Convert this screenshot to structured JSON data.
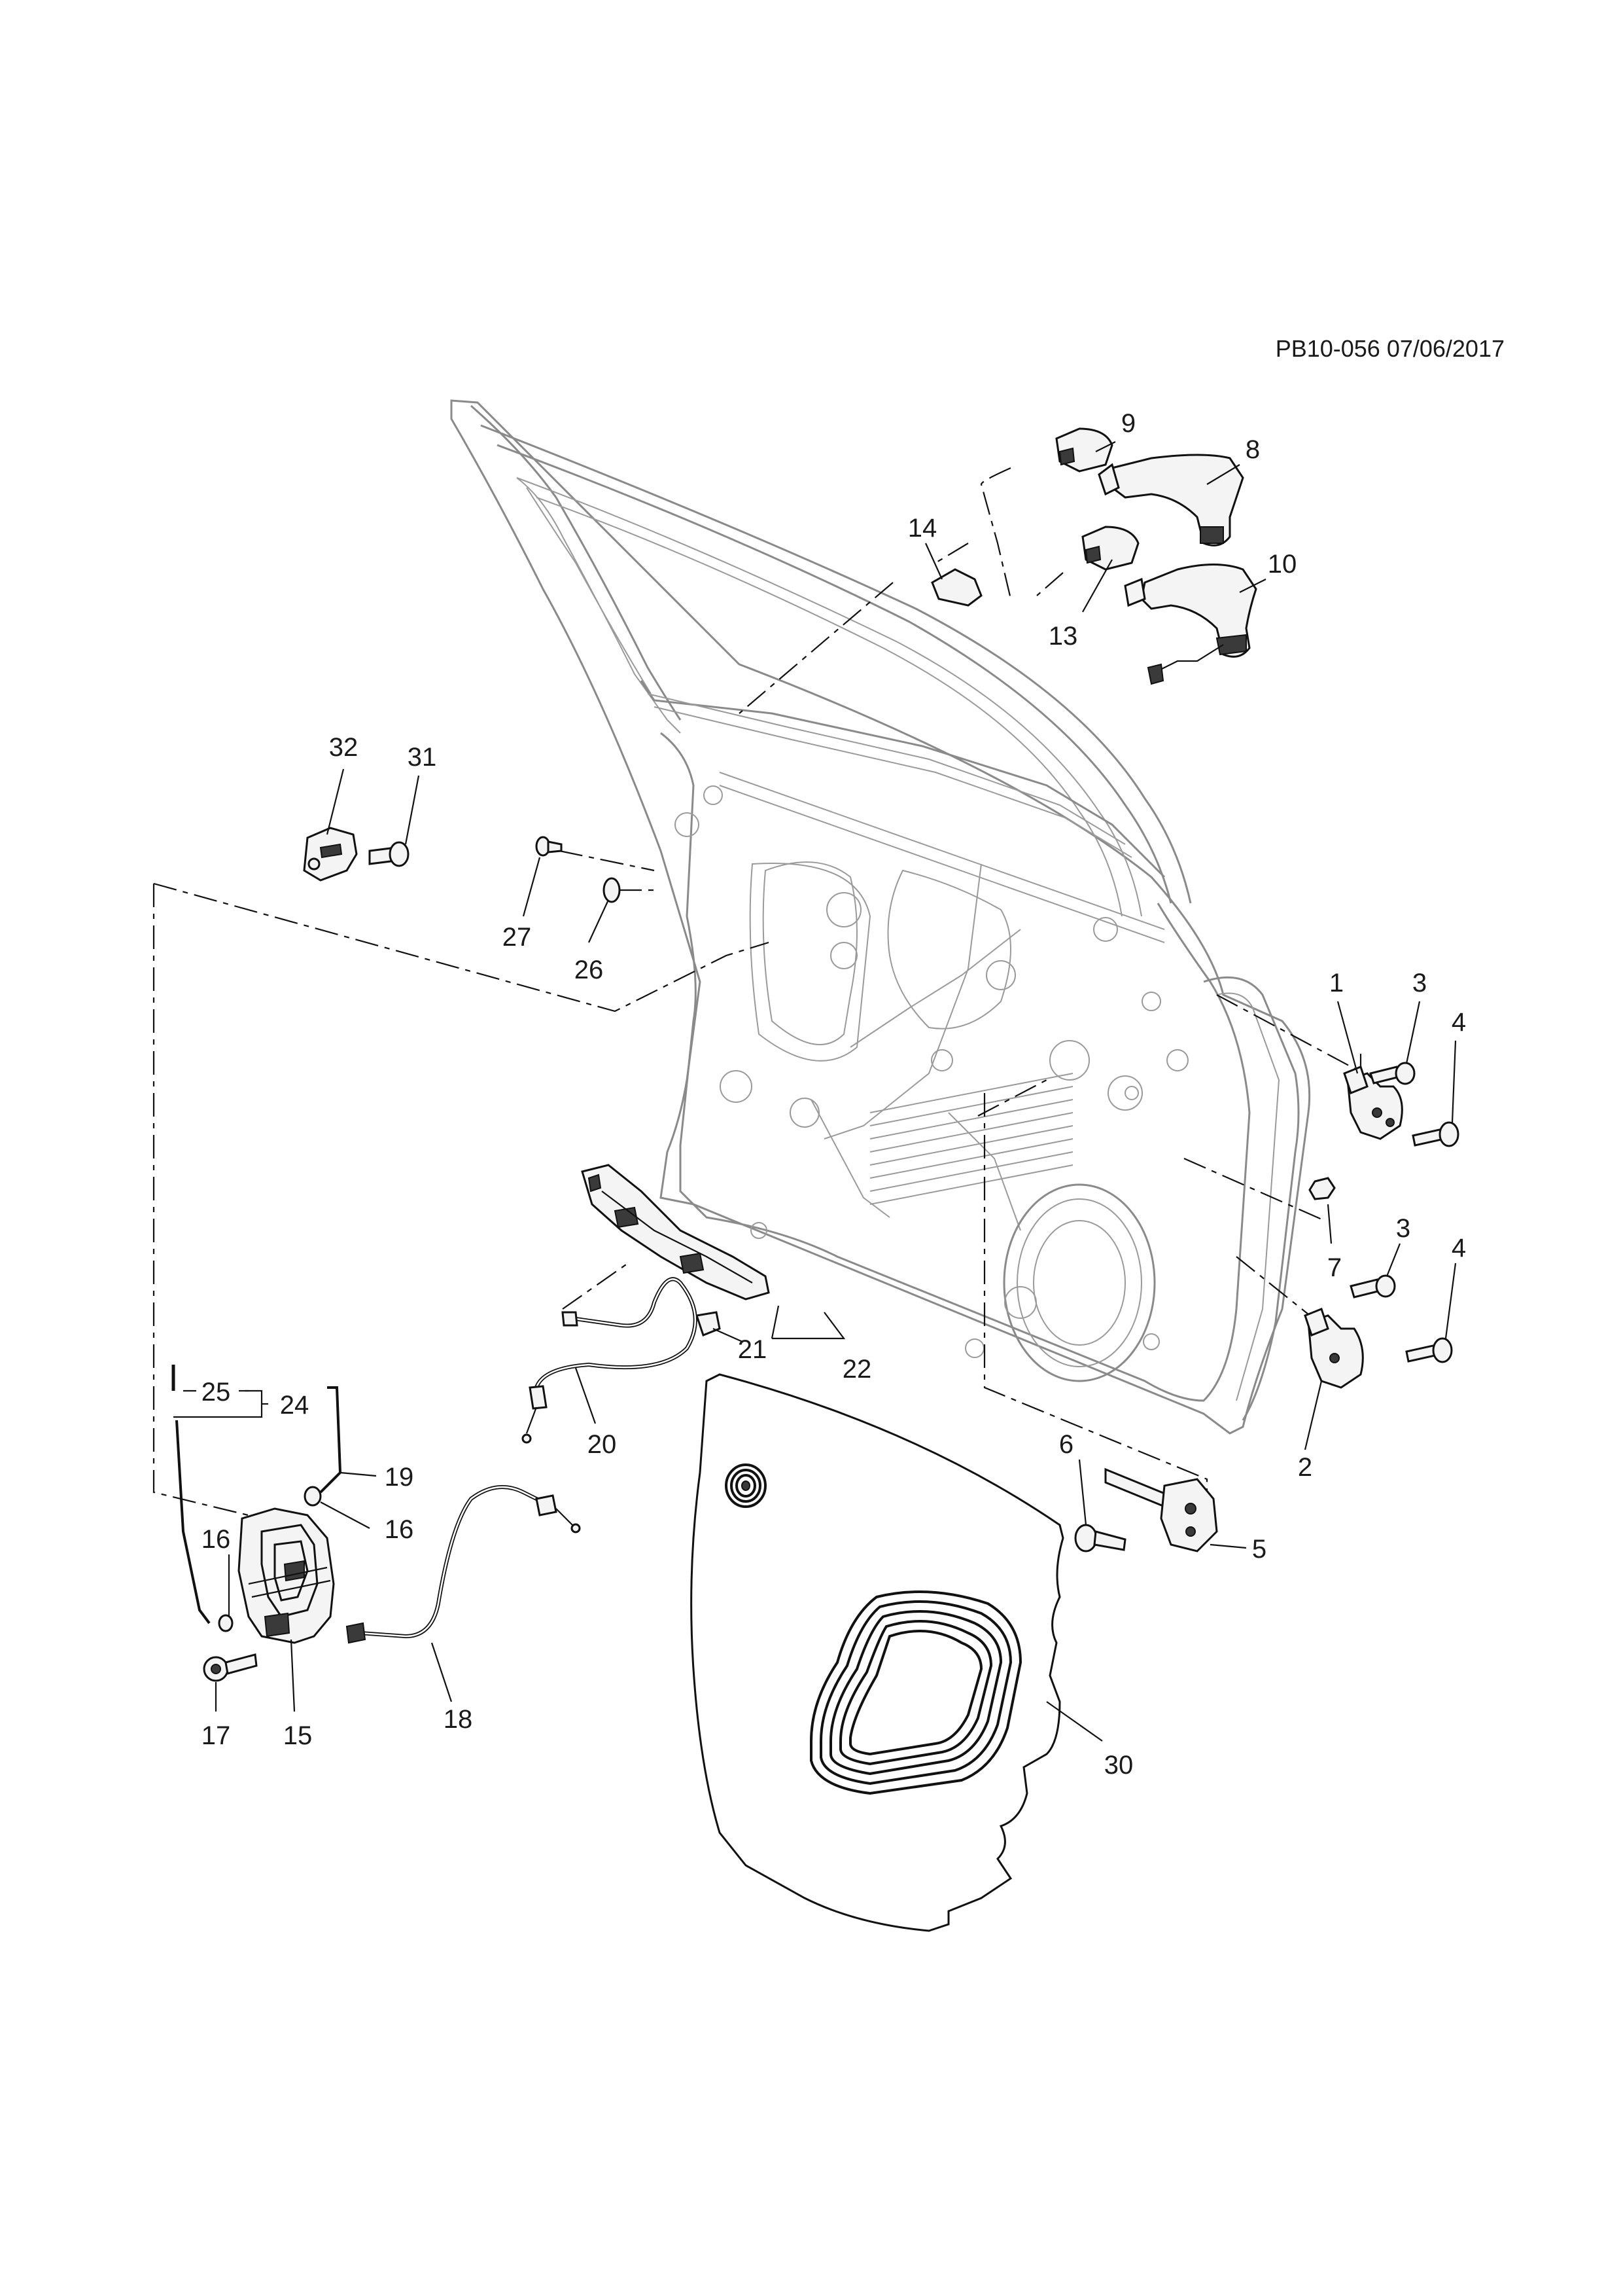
{
  "document_id": "PB10-056 07/06/2017",
  "callouts": [
    {
      "label": "1"
    },
    {
      "label": "2"
    },
    {
      "label": "3"
    },
    {
      "label": "3"
    },
    {
      "label": "4"
    },
    {
      "label": "4"
    },
    {
      "label": "5"
    },
    {
      "label": "6"
    },
    {
      "label": "7"
    },
    {
      "label": "8"
    },
    {
      "label": "9"
    },
    {
      "label": "10"
    },
    {
      "label": "13"
    },
    {
      "label": "14"
    },
    {
      "label": "15"
    },
    {
      "label": "16"
    },
    {
      "label": "16"
    },
    {
      "label": "17"
    },
    {
      "label": "18"
    },
    {
      "label": "19"
    },
    {
      "label": "20"
    },
    {
      "label": "21"
    },
    {
      "label": "22"
    },
    {
      "label": "24"
    },
    {
      "label": "25"
    },
    {
      "label": "26"
    },
    {
      "label": "27"
    },
    {
      "label": "30"
    },
    {
      "label": "31"
    },
    {
      "label": "32"
    }
  ]
}
